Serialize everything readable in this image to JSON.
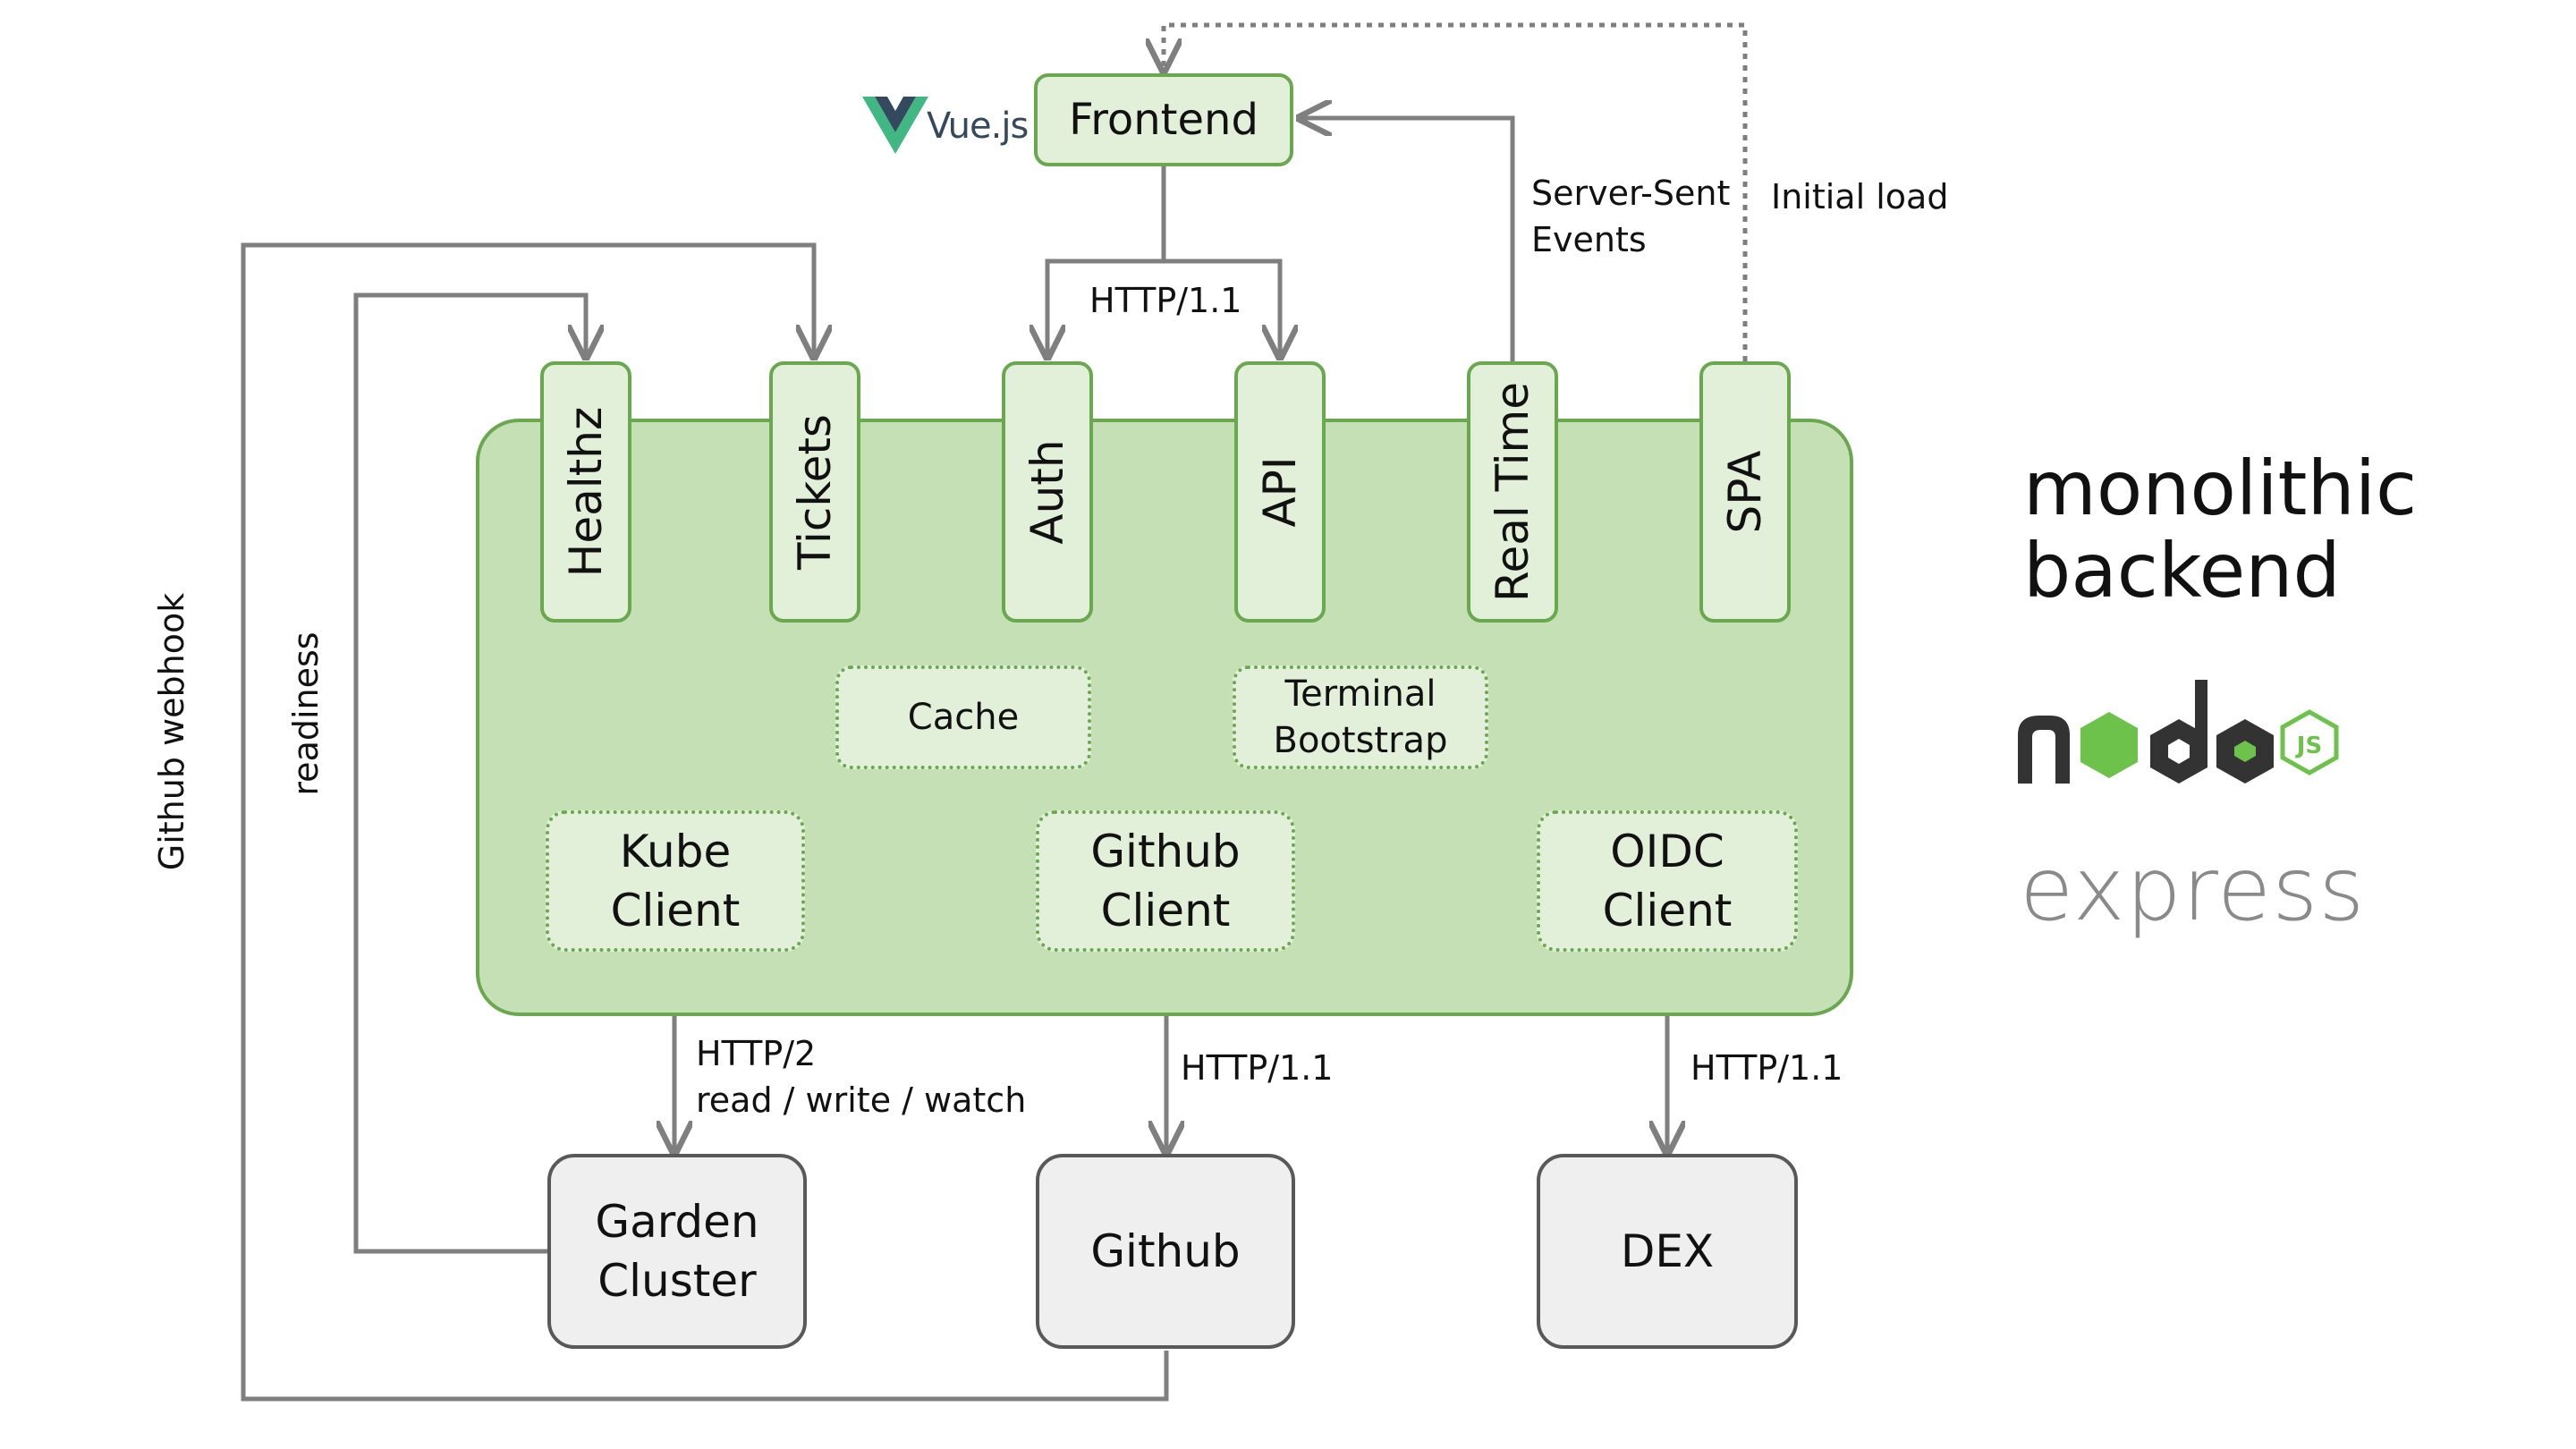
{
  "frontend": {
    "label": "Frontend"
  },
  "vue_logo": {
    "text": "Vue.js"
  },
  "connections": {
    "server_sent_events": "Server-Sent\nEvents",
    "initial_load": "Initial load",
    "http11_top": "HTTP/1.1",
    "github_webhook": "Github webhook",
    "readiness": "readiness",
    "kube_protocol": "HTTP/2",
    "kube_ops": "read / write / watch",
    "github_http": "HTTP/1.1",
    "dex_http": "HTTP/1.1"
  },
  "backend": {
    "endpoints": [
      "Healthz",
      "Tickets",
      "Auth",
      "API",
      "Real Time",
      "SPA"
    ],
    "modules": {
      "cache": "Cache",
      "terminal_bootstrap": "Terminal\nBootstrap",
      "kube_client": "Kube\nClient",
      "github_client": "Github\nClient",
      "oidc_client": "OIDC\nClient"
    }
  },
  "external": {
    "garden_cluster": "Garden\nCluster",
    "github": "Github",
    "dex": "DEX"
  },
  "side_panel": {
    "title": "monolithic\nbackend",
    "node_logo_text": "node",
    "node_badge": "JS",
    "express_logo_text": "express"
  },
  "colors": {
    "green_fill": "#c5e0b4",
    "green_border": "#6aa84f",
    "green_light": "#e2efd9",
    "grey_fill": "#efefef",
    "arrow": "#7f7f7f",
    "node_green": "#6cc24a",
    "node_dark": "#333333"
  }
}
